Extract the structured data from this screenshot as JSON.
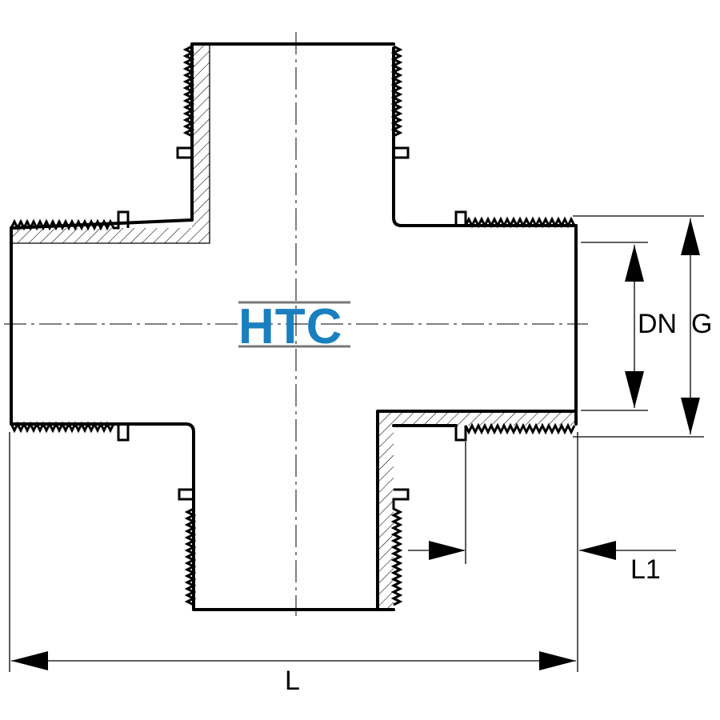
{
  "logo": {
    "text": "HTC",
    "color": "#1a7fbf",
    "line_color": "#777777"
  },
  "dimensions": {
    "dn": "DN",
    "g": "G",
    "l1": "L1",
    "l": "L"
  }
}
